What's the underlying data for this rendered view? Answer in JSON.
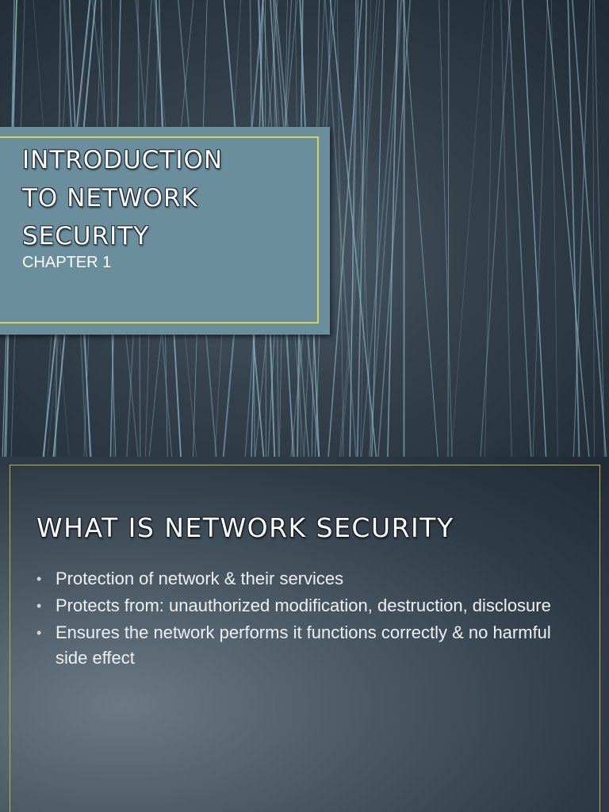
{
  "slides": [
    {
      "title_lines": [
        "INTRODUCTION",
        "TO NETWORK",
        "SECURITY"
      ],
      "subtitle": "CHAPTER 1"
    },
    {
      "heading": "WHAT IS NETWORK SECURITY",
      "bullets": [
        "Protection of network & their services",
        "Protects from: unauthorized modification, destruction, disclosure",
        "Ensures the network performs it functions correctly & no harmful side effect"
      ]
    }
  ],
  "colors": {
    "title_box": "#6a8e9c",
    "accent_border": "#d6d25a",
    "line_color": "#8fb6c4"
  }
}
